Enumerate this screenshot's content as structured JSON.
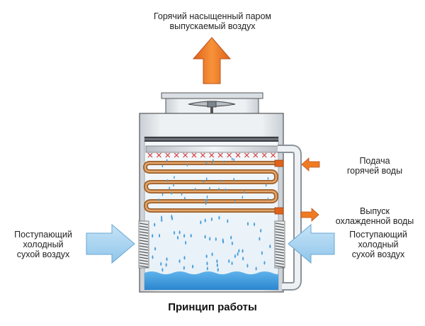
{
  "labels": {
    "top_line1": "Горячий насыщенный паром",
    "top_line2": "выпускаемый воздух",
    "hot_water_line1": "Подача",
    "hot_water_line2": "горячей воды",
    "cooled_water_line1": "Выпуск",
    "cooled_water_line2": "охлажденной воды",
    "left_air_line1": "Поступающий",
    "left_air_line2": "холодный",
    "left_air_line3": "сухой воздух",
    "right_air_line1": "Поступающий",
    "right_air_line2": "холодный",
    "right_air_line3": "сухой воздух",
    "caption": "Принцип работы"
  },
  "colors": {
    "outlet_arrow": "#f07a22",
    "water_arrow": "#f07a22",
    "air_arrow": "#a7d3ef",
    "coil": "#c8874a",
    "water_basin": "#3f9fe0",
    "housing": "#e6eaee"
  }
}
